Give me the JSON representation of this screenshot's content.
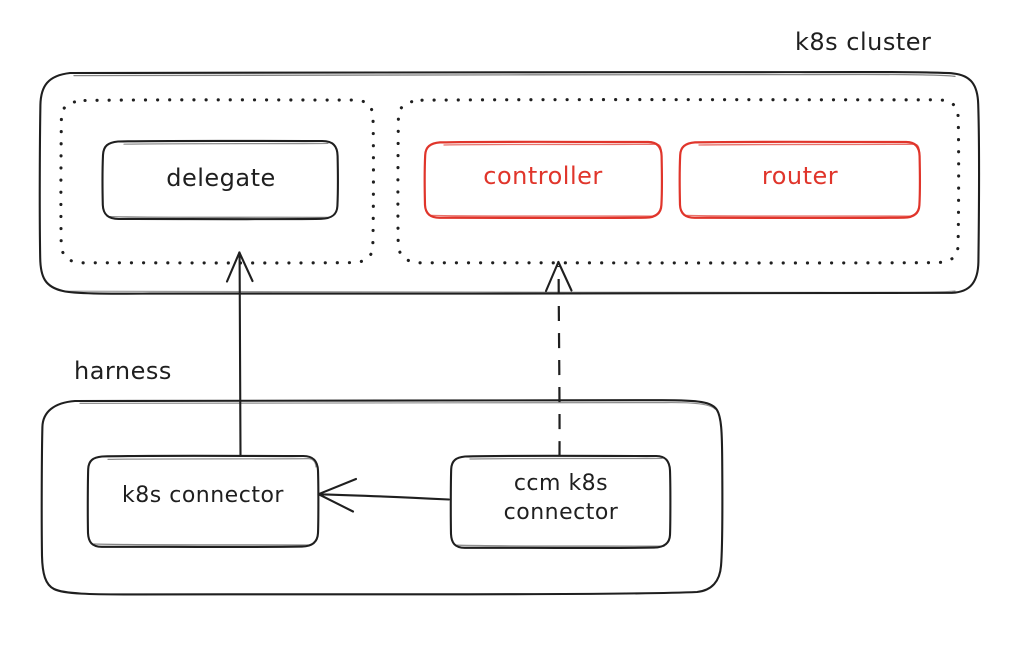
{
  "diagram": {
    "title_visible": false,
    "style": "hand-drawn sketch",
    "colors": {
      "stroke": "#1f1f1f",
      "accent_red": "#e0352b",
      "background": "#ffffff"
    },
    "groups": [
      {
        "id": "k8s-cluster",
        "caption": "k8s cluster",
        "border": "solid",
        "color": "#1f1f1f",
        "subgroups": [
          {
            "id": "delegate-group",
            "border": "dotted",
            "members": [
              "delegate"
            ]
          },
          {
            "id": "ccm-group",
            "border": "dotted",
            "members": [
              "controller",
              "router"
            ]
          }
        ]
      },
      {
        "id": "harness",
        "caption": "harness",
        "border": "solid",
        "color": "#1f1f1f",
        "members": [
          "k8s connector",
          "ccm k8s connector"
        ]
      }
    ],
    "nodes": [
      {
        "id": "delegate",
        "label": "delegate",
        "color": "#1f1f1f",
        "group": "delegate-group"
      },
      {
        "id": "controller",
        "label": "controller",
        "color": "#e0352b",
        "group": "ccm-group"
      },
      {
        "id": "router",
        "label": "router",
        "color": "#e0352b",
        "group": "ccm-group"
      },
      {
        "id": "k8s-connector",
        "label": "k8s connector",
        "color": "#1f1f1f",
        "group": "harness"
      },
      {
        "id": "ccm-k8s-connector",
        "label_line1": "ccm k8s",
        "label_line2": "connector",
        "label": "ccm k8s connector",
        "color": "#1f1f1f",
        "group": "harness"
      }
    ],
    "edges": [
      {
        "id": "edge-k8sconn-to-delegate",
        "from": "k8s-connector",
        "to": "delegate-group",
        "style": "solid",
        "arrow": "up",
        "label": ""
      },
      {
        "id": "edge-ccmconn-to-ccmgroup",
        "from": "ccm-k8s-connector",
        "to": "ccm-group",
        "style": "dashed",
        "arrow": "up",
        "label": ""
      },
      {
        "id": "edge-ccmconn-to-k8sconn",
        "from": "ccm-k8s-connector",
        "to": "k8s-connector",
        "style": "solid",
        "arrow": "left",
        "label": ""
      }
    ]
  }
}
